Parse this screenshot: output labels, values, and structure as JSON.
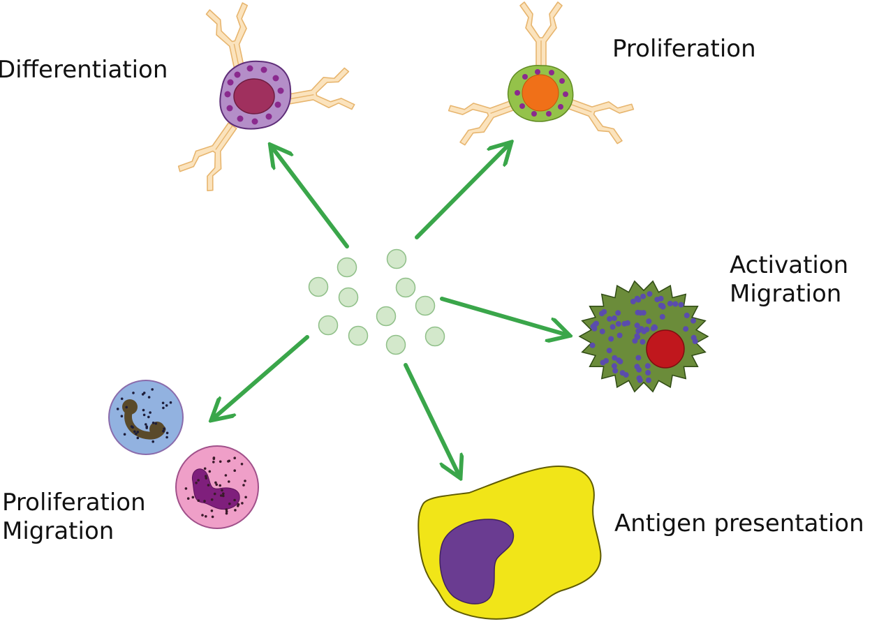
{
  "labels": {
    "differentiation": "Differentiation",
    "proliferation_top": "Proliferation",
    "activation": "Activation",
    "migration_right": "Migration",
    "proliferation_bottom": "Proliferation",
    "migration_bottom": "Migration",
    "antigen_presentation": "Antigen presentation"
  },
  "colors": {
    "arrow": "#3aa64a",
    "particle_fill": "#d3e8cb",
    "particle_stroke": "#8fbf88",
    "mast_cytoplasm": "#b48ec8",
    "mast_nucleus": "#a0305e",
    "basophil_cytoplasm": "#94c24a",
    "basophil_nucleus": "#f07018",
    "granule_purple": "#8a2a8e",
    "eosinophil_body": "#6b8c3a",
    "eosinophil_granules": "#5a4cad",
    "eosinophil_nucleus": "#c0171d",
    "monocyte_blue": "#92b2e0",
    "neutrophil_pink": "#ef9fc8",
    "dendritic_yellow": "#f1e518",
    "dendritic_nucleus": "#6a3c91",
    "antibody": "#fbe3bd"
  },
  "icons": {
    "center": "cytokine-particles",
    "top_left": "mast-cell-with-antibodies",
    "top_right": "basophil-with-antibodies",
    "right": "eosinophil",
    "bottom_left": "granulocytes",
    "bottom": "dendritic-cell"
  }
}
